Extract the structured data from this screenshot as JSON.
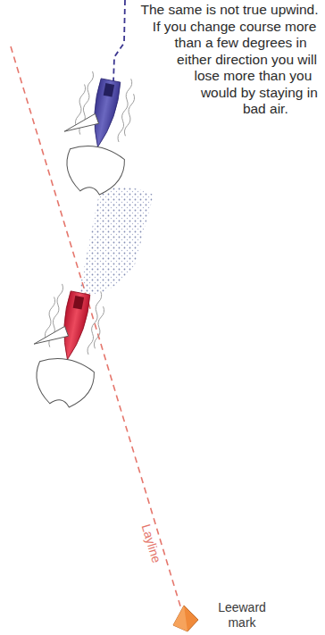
{
  "diagram": {
    "labels": [
      "The same is not true upwind. If you change course more than a few degrees in either direction you will lose more than you would by staying in bad air.",
      "Layline",
      "Leeward mark"
    ]
  }
}
